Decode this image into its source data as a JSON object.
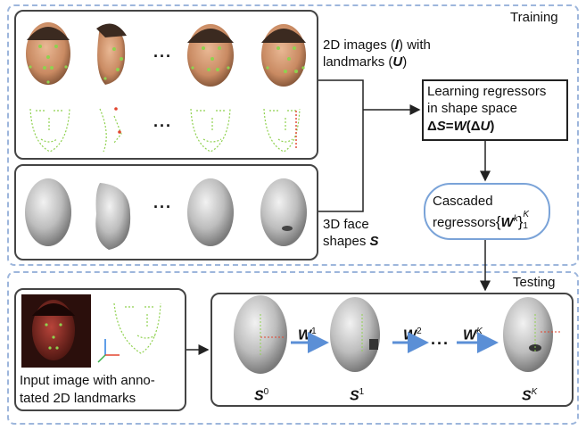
{
  "training": {
    "title": "Training",
    "images_label_1": "2D images (",
    "images_label_I": "I",
    "images_label_2": ") with",
    "images_label_3": "landmarks (",
    "images_label_U": "U",
    "images_label_4": ")",
    "shapes_label_1": "3D face",
    "shapes_label_2": "shapes ",
    "shapes_label_S": "S",
    "ellipsis": "···",
    "learn_line1": "Learning regressors",
    "learn_line2": "in shape space",
    "learn_formula_a": "Δ",
    "learn_formula_S": "S",
    "learn_formula_b": "=",
    "learn_formula_W": "W",
    "learn_formula_c": "(Δ",
    "learn_formula_U": "U",
    "learn_formula_d": ")",
    "cascade_line1": "Cascaded",
    "cascade_line2": "regressors",
    "cascade_set_open": "{",
    "cascade_W": "W",
    "cascade_k": "k",
    "cascade_set_close": "}",
    "cascade_K": "K",
    "cascade_1": "1"
  },
  "testing": {
    "title": "Testing",
    "input_line1": "Input image with anno-",
    "input_line2": "tated 2D landmarks",
    "W": "W",
    "w1_sup": "1",
    "w2_sup": "2",
    "wK_sup": "K",
    "S": "S",
    "s0_sup": "0",
    "s1_sup": "1",
    "sK_sup": "K",
    "ellipsis": "···"
  },
  "colors": {
    "dashed_border": "#9db6dc",
    "box_border": "#444444",
    "arrow_blue": "#5b8fd6",
    "cascade_border": "#7aa3d8",
    "landmark_green": "#8fd14f",
    "landmark_red": "#e2452f",
    "skin": "#d9a07a",
    "gray_face": "#bdbdbd"
  }
}
